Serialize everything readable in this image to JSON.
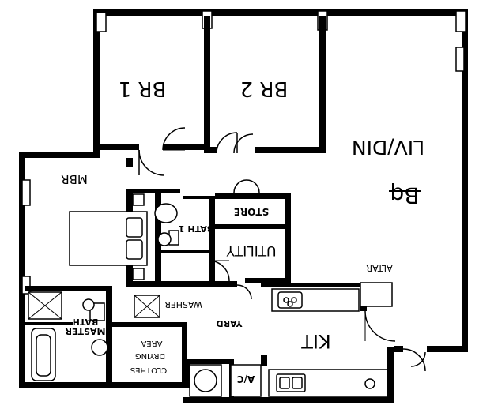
{
  "plan": {
    "rooms": {
      "br1": "BR 1",
      "br2": "BR 2",
      "livdin": "LIV/DIN",
      "bq": "Bq",
      "mbr": "MBR",
      "store": "STORE",
      "bath1": "BATH 1",
      "utility": "UTILITY",
      "altar": "ALTAR",
      "washer": "WASHER",
      "yard": "YARD",
      "kit": "KIT",
      "master_bath": "MASTER BATH",
      "clothes_drying_area": "CLOTHES DRYING AREA",
      "ac": "A/C"
    }
  }
}
